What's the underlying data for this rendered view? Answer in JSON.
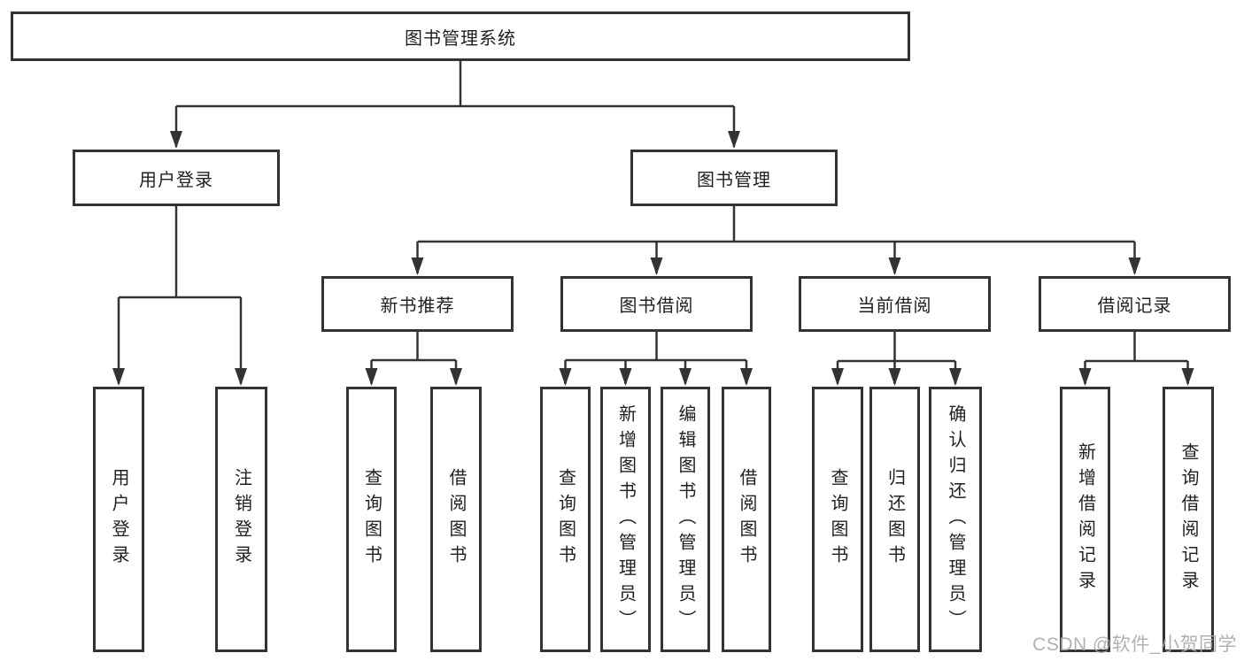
{
  "diagram": {
    "root": {
      "label": "图书管理系统"
    },
    "branches": {
      "user_login": {
        "label": "用户登录",
        "children": [
          {
            "label": "用户登录"
          },
          {
            "label": "注销登录"
          }
        ]
      },
      "book_management": {
        "label": "图书管理",
        "children": [
          {
            "label": "新书推荐",
            "children": [
              {
                "label": "查询图书"
              },
              {
                "label": "借阅图书"
              }
            ]
          },
          {
            "label": "图书借阅",
            "children": [
              {
                "label": "查询图书"
              },
              {
                "label": "新增图书（管理员）"
              },
              {
                "label": "编辑图书（管理员）"
              },
              {
                "label": "借阅图书"
              }
            ]
          },
          {
            "label": "当前借阅",
            "children": [
              {
                "label": "查询图书"
              },
              {
                "label": "归还图书"
              },
              {
                "label": "确认归还（管理员）"
              }
            ]
          },
          {
            "label": "借阅记录",
            "children": [
              {
                "label": "新增借阅记录"
              },
              {
                "label": "查询借阅记录"
              }
            ]
          }
        ]
      }
    },
    "colors": {
      "line": "#333333",
      "text": "#1f1f1f",
      "watermark": "#a8a8a8"
    },
    "watermark": "CSDN @软件_小贺同学"
  }
}
